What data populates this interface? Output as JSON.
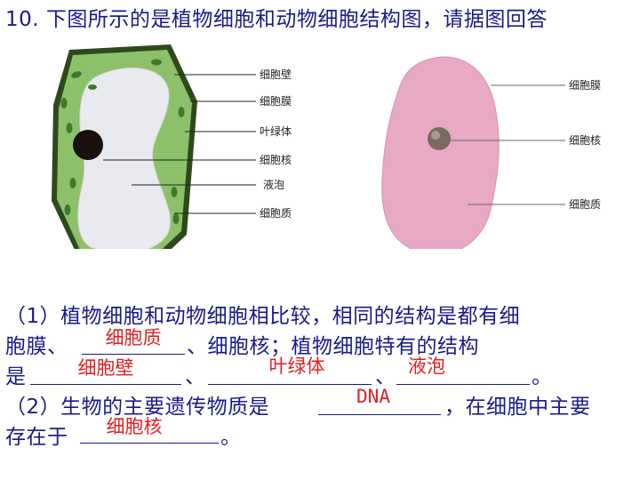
{
  "title": "10. 下图所示的是植物细胞和动物细胞结构图，请据图回答",
  "plant_cell": {
    "labels": {
      "wall": "细胞壁",
      "membrane": "细胞膜",
      "chloroplast": "叶绿体",
      "nucleus": "细胞核",
      "vacuole": "液泡",
      "cytoplasm": "细胞质"
    },
    "colors": {
      "wall": "#2e4a1c",
      "cytoplasm": "#8dc06a",
      "vacuole": "#e8e8f0",
      "nucleus": "#1a1010",
      "chloroplast": "#3f7a2a"
    }
  },
  "animal_cell": {
    "labels": {
      "membrane": "细胞膜",
      "nucleus": "细胞核",
      "cytoplasm": "细胞质"
    },
    "colors": {
      "body": "#e8a9c5",
      "nucleus": "#7a6a60"
    }
  },
  "question1": {
    "line1": "（1）植物细胞和动物细胞相比较，相同的结构是都有细",
    "line2_a": "胞膜、",
    "line2_b": "、细胞核；植物细胞特有的结构",
    "line3_a": "是",
    "sep1": "、",
    "sep2": "、",
    "end": "。",
    "answers": [
      "细胞质",
      "细胞壁",
      "叶绿体",
      "液泡"
    ]
  },
  "question2": {
    "line1_a": "（2）生物的主要遗传物质是",
    "line1_b": "，在细胞中主要",
    "line2_a": "存在于",
    "end": "。",
    "answers": [
      "DNA",
      "细胞核"
    ]
  },
  "colors": {
    "text": "#1a1a8a",
    "answer": "#e02020"
  }
}
